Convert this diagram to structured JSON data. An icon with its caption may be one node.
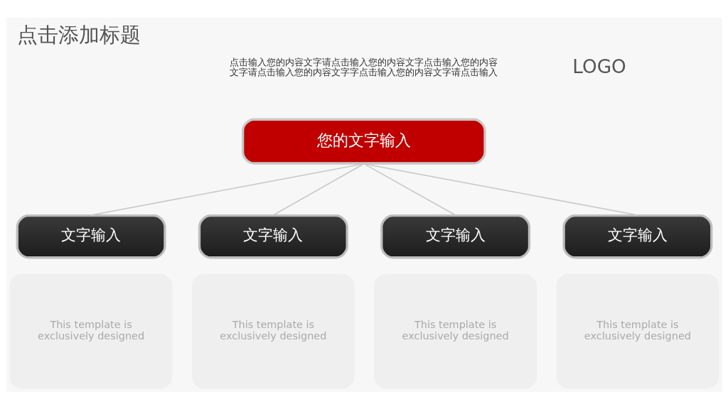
{
  "diagram": {
    "title": "点击添加标题",
    "nodes": [
      {
        "text": [
          "您的文字输入"
        ]
      },
      {
        "text": [
          "文字输入"
        ]
      },
      {
        "text": [
          "文字输入"
        ]
      },
      {
        "text": [
          "文字输入"
        ]
      },
      {
        "text": [
          "文字输入"
        ]
      },
      {
        "text": [
          "This template is exclusively designed"
        ]
      },
      {
        "text": [
          "This template is exclusively designed"
        ]
      },
      {
        "text": [
          "This template is exclusively designed"
        ]
      },
      {
        "text": [
          "This template is exclusively designed"
        ]
      }
    ],
    "edges": [
      {
        "from": 0,
        "to": 1,
        "arrow": "none"
      },
      {
        "from": 0,
        "to": 2,
        "arrow": "none"
      },
      {
        "from": 0,
        "to": 3,
        "arrow": "none"
      },
      {
        "from": 0,
        "to": 4,
        "arrow": "none"
      }
    ],
    "labels": [
      "点击输入您的内容文字请点击输入您的内容文字点击输入您的内容文字请点击输入您的内容文字字点击输入您的内容文字请点击输入",
      "LOGO"
    ]
  }
}
